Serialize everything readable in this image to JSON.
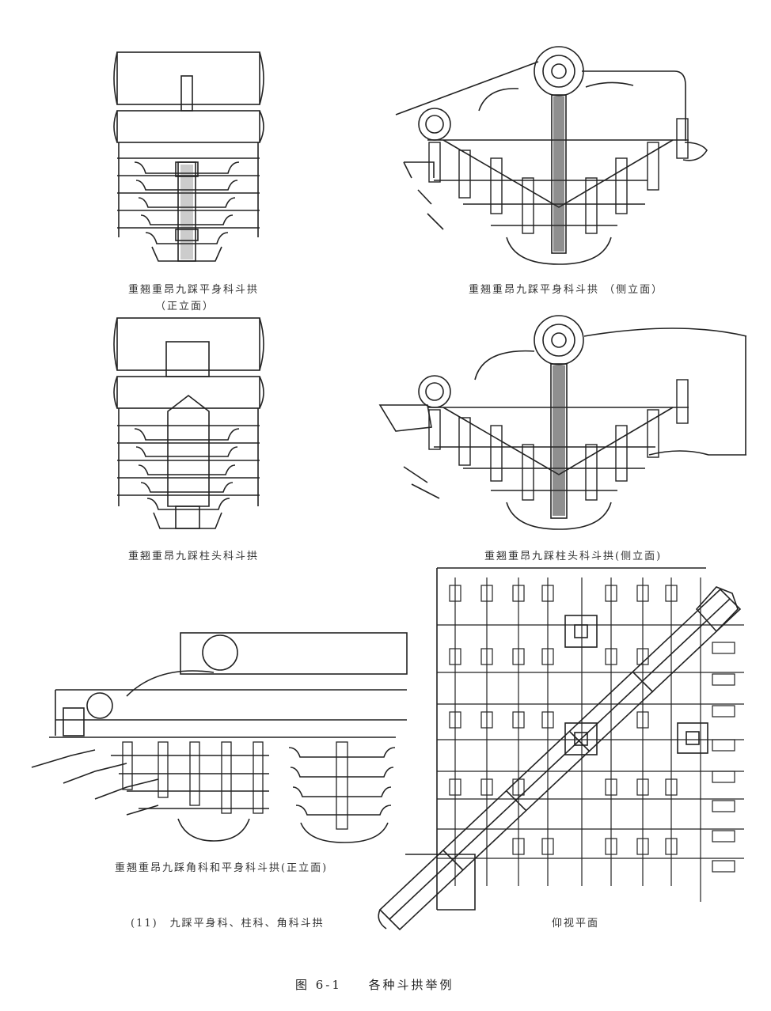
{
  "captions": {
    "front_pingshen": "重翘重昂九踩平身科斗拱",
    "front_pingshen_sub": "（正立面）",
    "side_pingshen": "重翘重昂九踩平身科斗拱 （侧立面）",
    "front_zhutou": "重翘重昂九踩柱头科斗拱",
    "side_zhutou": "重翘重昂九踩柱头科斗拱(侧立面)",
    "front_jiaoke": "重翘重昂九踩角科和平身科斗拱(正立面)",
    "plan_view": "仰视平面",
    "series": "(11)　九踩平身科、柱科、角科斗拱"
  },
  "figure": {
    "number": "图 6-1",
    "title": "各种斗拱举例"
  }
}
